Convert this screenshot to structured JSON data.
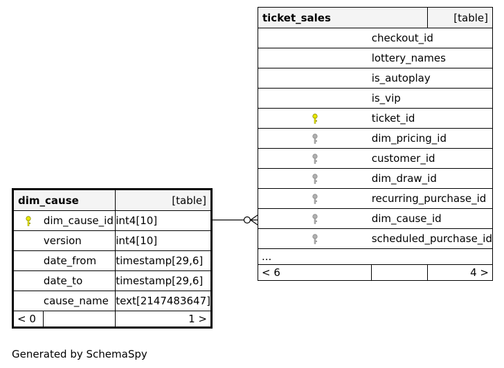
{
  "ticket_sales": {
    "name": "ticket_sales",
    "kind": "[table]",
    "columns": [
      {
        "name": "checkout_id",
        "key": "none"
      },
      {
        "name": "lottery_names",
        "key": "none"
      },
      {
        "name": "is_autoplay",
        "key": "none"
      },
      {
        "name": "is_vip",
        "key": "none"
      },
      {
        "name": "ticket_id",
        "key": "primary"
      },
      {
        "name": "dim_pricing_id",
        "key": "foreign"
      },
      {
        "name": "customer_id",
        "key": "foreign"
      },
      {
        "name": "dim_draw_id",
        "key": "foreign"
      },
      {
        "name": "recurring_purchase_id",
        "key": "foreign"
      },
      {
        "name": "dim_cause_id",
        "key": "foreign"
      },
      {
        "name": "scheduled_purchase_id",
        "key": "foreign"
      }
    ],
    "ellipsis": "...",
    "footer_left": "< 6",
    "footer_right": "4 >"
  },
  "dim_cause": {
    "name": "dim_cause",
    "kind": "[table]",
    "columns": [
      {
        "name": "dim_cause_id",
        "type": "int4[10]",
        "key": "primary"
      },
      {
        "name": "version",
        "type": "int4[10]",
        "key": "none"
      },
      {
        "name": "date_from",
        "type": "timestamp[29,6]",
        "key": "none"
      },
      {
        "name": "date_to",
        "type": "timestamp[29,6]",
        "key": "none"
      },
      {
        "name": "cause_name",
        "type": "text[2147483647]",
        "key": "none"
      }
    ],
    "footer_left": "< 0",
    "footer_right": "1 >"
  },
  "caption": "Generated by SchemaSpy",
  "colors": {
    "primary_key": "#e8e800",
    "foreign_key": "#b0b0b0"
  }
}
